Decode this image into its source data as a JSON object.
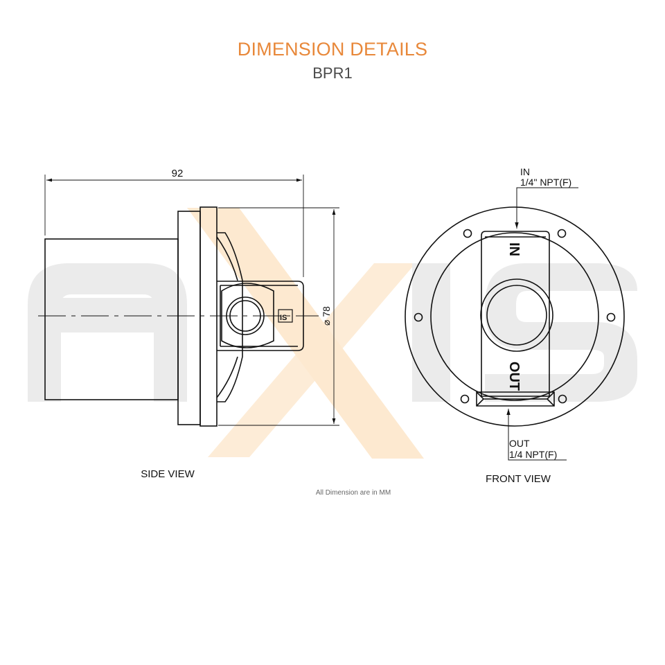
{
  "header": {
    "title": "DIMENSION DETAILS",
    "subtitle": "BPR1"
  },
  "colors": {
    "title": "#e8883a",
    "watermark_text": "#ebebeb",
    "watermark_x": "#fde9d0",
    "line": "#111111"
  },
  "side_view": {
    "dimension_length": "92",
    "dimension_diameter": "⌀ 78",
    "caption": "SIDE VIEW",
    "logo_mark": "IS"
  },
  "front_view": {
    "port_in_label": "IN",
    "port_in_thread": "1/4\" NPT(F)",
    "port_out_label": "OUT",
    "port_out_thread": "1/4 NPT(F)",
    "body_text_in": "IN",
    "body_text_out": "OUT",
    "caption": "FRONT VIEW"
  },
  "note": "All Dimension are in MM",
  "watermark": {
    "text": "AXIS"
  }
}
